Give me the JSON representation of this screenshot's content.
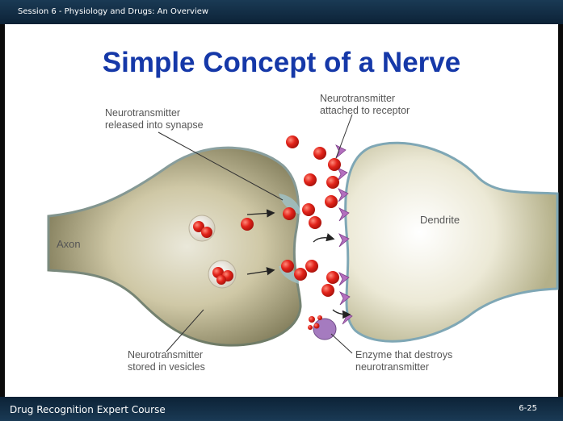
{
  "header": {
    "session_title": "Session 6 - Physiology and Drugs: An Overview"
  },
  "slide": {
    "title": "Simple Concept of a Nerve",
    "labels": {
      "released_line1": "Neurotransmitter",
      "released_line2": "released into synapse",
      "attached_line1": "Neurotransmitter",
      "attached_line2": "attached to receptor",
      "axon": "Axon",
      "dendrite": "Dendrite",
      "stored_line1": "Neurotransmitter",
      "stored_line2": "stored in vesicles",
      "enzyme_line1": "Enzyme that destroys",
      "enzyme_line2": "neurotransmitter"
    }
  },
  "footer": {
    "course": "Drug Recognition Expert Course",
    "slide_number": "6-25"
  },
  "colors": {
    "title_blue": "#1538a8",
    "bar_navy": "#0c2236",
    "neurotransmitter_red": "#e2231a",
    "enzyme_purple": "#9a6fb0"
  }
}
